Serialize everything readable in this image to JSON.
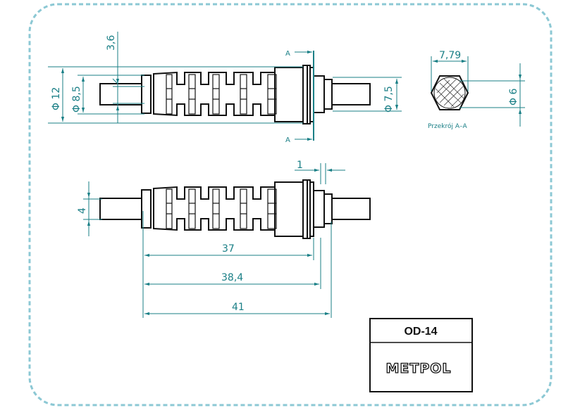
{
  "drawing": {
    "top_view": {
      "dia_outer": "Φ 12",
      "dia_inner": "Φ 8,5",
      "dia_nut": "Φ 7,5",
      "offset": "3,6",
      "section_mark_top": "A",
      "section_mark_bottom": "A"
    },
    "section": {
      "width_across_corners": "7,79",
      "dia_pin": "Φ 6",
      "label": "Przekrój A–A"
    },
    "side_view": {
      "flange_width": "1",
      "pin_height": "4",
      "length_1": "37",
      "length_2": "38,4",
      "length_3": "41"
    }
  },
  "title_block": {
    "part_number": "OD-14",
    "company": "METPOL"
  },
  "colors": {
    "dimension": "#1a7f86",
    "border": "#8cc8d4",
    "line": "#111111"
  }
}
